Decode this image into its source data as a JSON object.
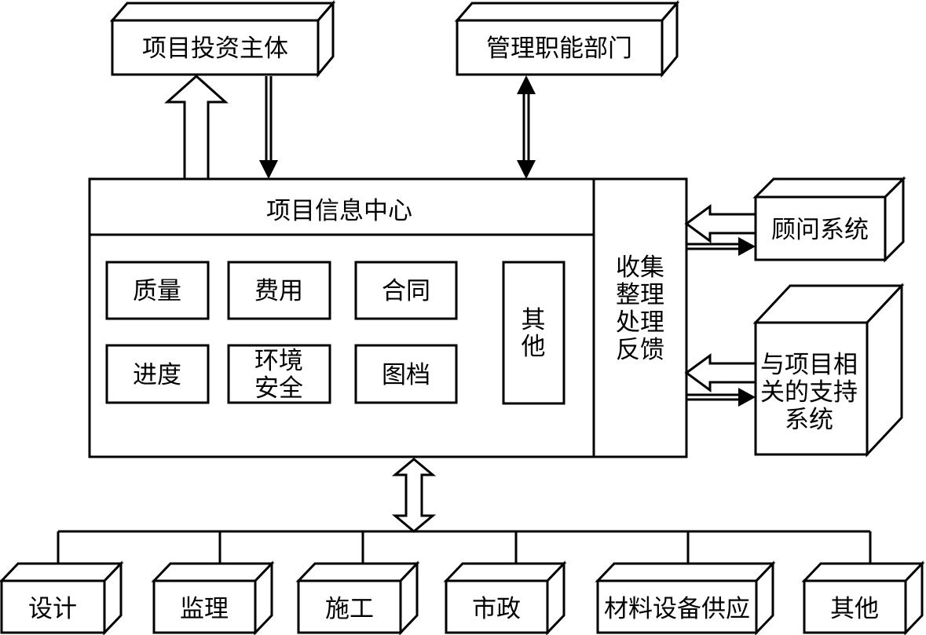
{
  "top": {
    "investor": "项目投资主体",
    "management": "管理职能部门"
  },
  "center": {
    "title": "项目信息中心",
    "modules": {
      "quality": "质量",
      "cost": "费用",
      "contract": "合同",
      "progress": "进度",
      "env_line1": "环境",
      "env_line2": "安全",
      "drawings": "图档",
      "other_line1": "其",
      "other_line2": "他"
    },
    "process": {
      "line1": "收集",
      "line2": "整理",
      "line3": "处理",
      "line4": "反馈"
    }
  },
  "right": {
    "consultant": "顾问系统",
    "support_line1": "与项目相",
    "support_line2": "关的支持",
    "support_line3": "系统"
  },
  "bottom": {
    "items": [
      "设计",
      "监理",
      "施工",
      "市政",
      "材料设备供应",
      "其他"
    ]
  }
}
